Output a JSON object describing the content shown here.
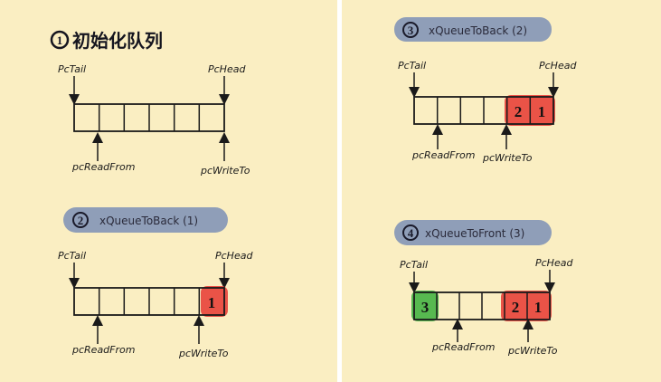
{
  "colors": {
    "background": "#faeec2",
    "title_bar": "#8f9eb8",
    "red_cell": "#e8413a",
    "green_cell": "#45b244",
    "ink": "#1a1a1a"
  },
  "diagrams": [
    {
      "step": "1",
      "title": "初始化队列",
      "head_label": "PcHead",
      "tail_label": "PcTail",
      "read_label": "pcReadFrom",
      "write_label": "pcWriteTo",
      "cells": [
        "",
        "",
        "",
        "",
        "",
        ""
      ]
    },
    {
      "step": "2",
      "title": "xQueueToBack (1)",
      "head_label": "PcHead",
      "tail_label": "PcTail",
      "read_label": "pcReadFrom",
      "write_label": "pcWriteTo",
      "cells": [
        "",
        "",
        "",
        "",
        "",
        "1"
      ]
    },
    {
      "step": "3",
      "title": "xQueueToBack (2)",
      "head_label": "PcHead",
      "tail_label": "PcTail",
      "read_label": "pcReadFrom",
      "write_label": "pcWriteTo",
      "cells": [
        "",
        "",
        "",
        "",
        "2",
        "1"
      ]
    },
    {
      "step": "4",
      "title": "xQueueToFront (3)",
      "head_label": "PcHead",
      "tail_label": "PcTail",
      "read_label": "pcReadFrom",
      "write_label": "pcWriteTo",
      "cells": [
        "3",
        "",
        "",
        "",
        "2",
        "1"
      ]
    }
  ]
}
